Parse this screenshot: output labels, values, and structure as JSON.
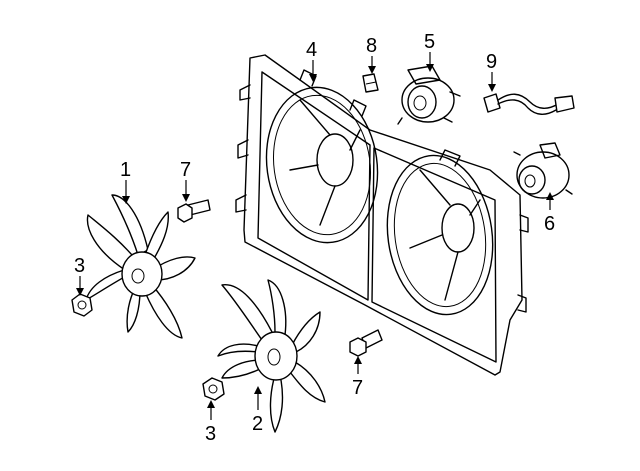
{
  "callouts": [
    {
      "id": "c1",
      "label": "1"
    },
    {
      "id": "c2",
      "label": "2"
    },
    {
      "id": "c3a",
      "label": "3"
    },
    {
      "id": "c3b",
      "label": "3"
    },
    {
      "id": "c4",
      "label": "4"
    },
    {
      "id": "c5",
      "label": "5"
    },
    {
      "id": "c6",
      "label": "6"
    },
    {
      "id": "c7a",
      "label": "7"
    },
    {
      "id": "c7b",
      "label": "7"
    },
    {
      "id": "c8",
      "label": "8"
    },
    {
      "id": "c9",
      "label": "9"
    }
  ]
}
